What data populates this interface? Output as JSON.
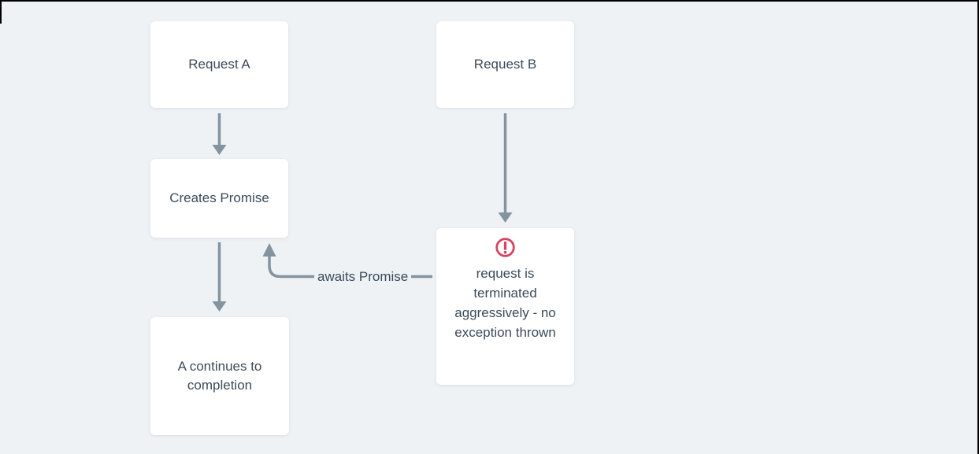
{
  "colors": {
    "background": "#eef2f5",
    "frame": "#000000",
    "node_bg": "#ffffff",
    "text": "#3b4b5a",
    "arrow": "#8394a1",
    "alert": "#d5455f"
  },
  "diagram": {
    "type": "flowchart",
    "nodes": {
      "request_a": {
        "label": "Request A"
      },
      "request_b": {
        "label": "Request B"
      },
      "creates_promise": {
        "label": "Creates Promise"
      },
      "a_continues": {
        "label": "A continues to completion"
      },
      "terminated": {
        "label": "request is terminated aggressively - no exception thrown",
        "icon": "alert-circle-icon",
        "icon_color": "#d5455f"
      }
    },
    "edges": [
      {
        "from": "request_a",
        "to": "creates_promise",
        "label": ""
      },
      {
        "from": "creates_promise",
        "to": "a_continues",
        "label": ""
      },
      {
        "from": "request_b",
        "to": "terminated",
        "label": ""
      },
      {
        "from": "terminated",
        "to": "creates_promise",
        "label": "awaits Promise"
      }
    ]
  }
}
